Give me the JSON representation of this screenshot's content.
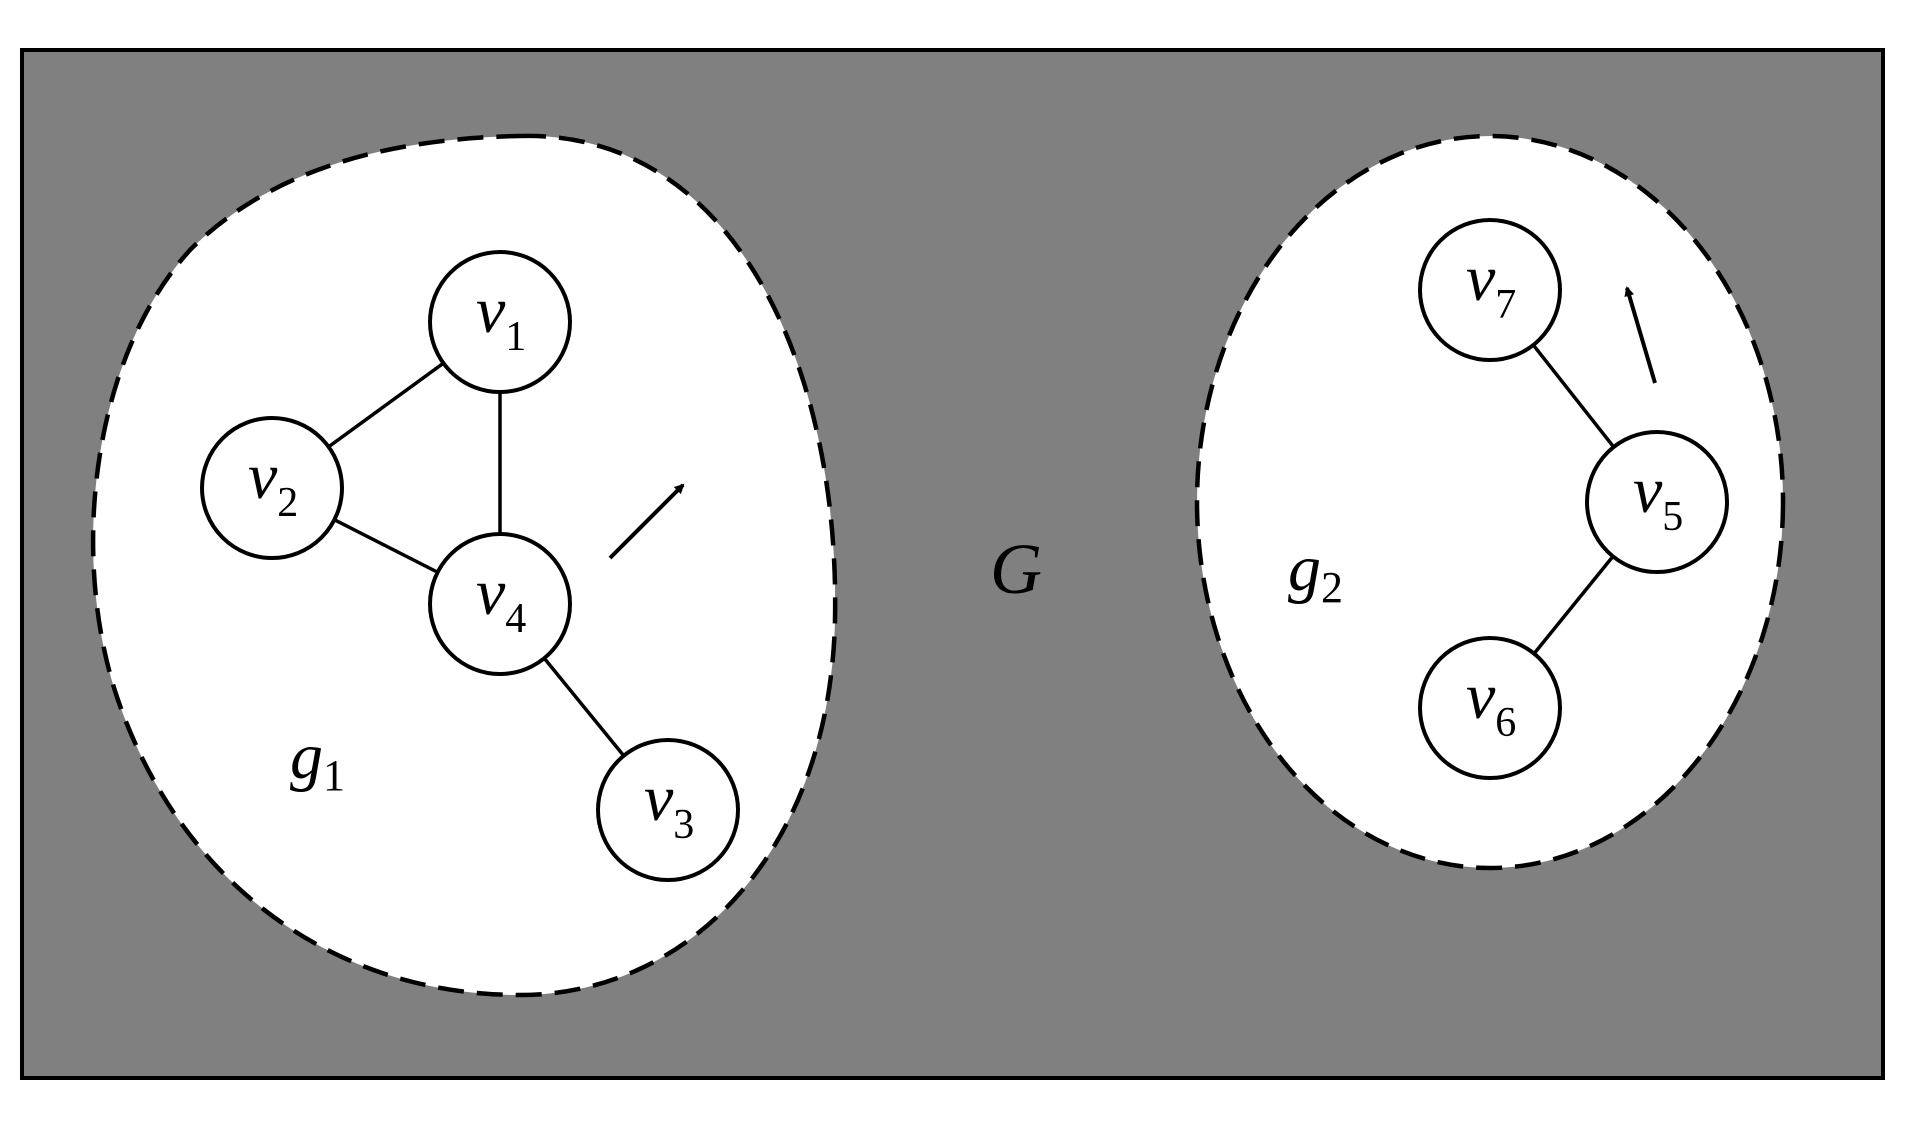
{
  "graph_label": "G",
  "colors": {
    "background": "#808080",
    "region_fill": "#ffffff",
    "stroke": "#000000"
  },
  "subgraphs": [
    {
      "id": "g1",
      "name": "g",
      "sub": "1"
    },
    {
      "id": "g2",
      "name": "g",
      "sub": "2"
    }
  ],
  "nodes": [
    {
      "id": "v1",
      "name": "v",
      "sub": "1"
    },
    {
      "id": "v2",
      "name": "v",
      "sub": "2"
    },
    {
      "id": "v3",
      "name": "v",
      "sub": "3"
    },
    {
      "id": "v4",
      "name": "v",
      "sub": "4"
    },
    {
      "id": "v5",
      "name": "v",
      "sub": "5"
    },
    {
      "id": "v6",
      "name": "v",
      "sub": "6"
    },
    {
      "id": "v7",
      "name": "v",
      "sub": "7"
    }
  ],
  "edges": [
    [
      "v1",
      "v2"
    ],
    [
      "v1",
      "v4"
    ],
    [
      "v2",
      "v4"
    ],
    [
      "v4",
      "v3"
    ],
    [
      "v5",
      "v7"
    ],
    [
      "v5",
      "v6"
    ]
  ]
}
